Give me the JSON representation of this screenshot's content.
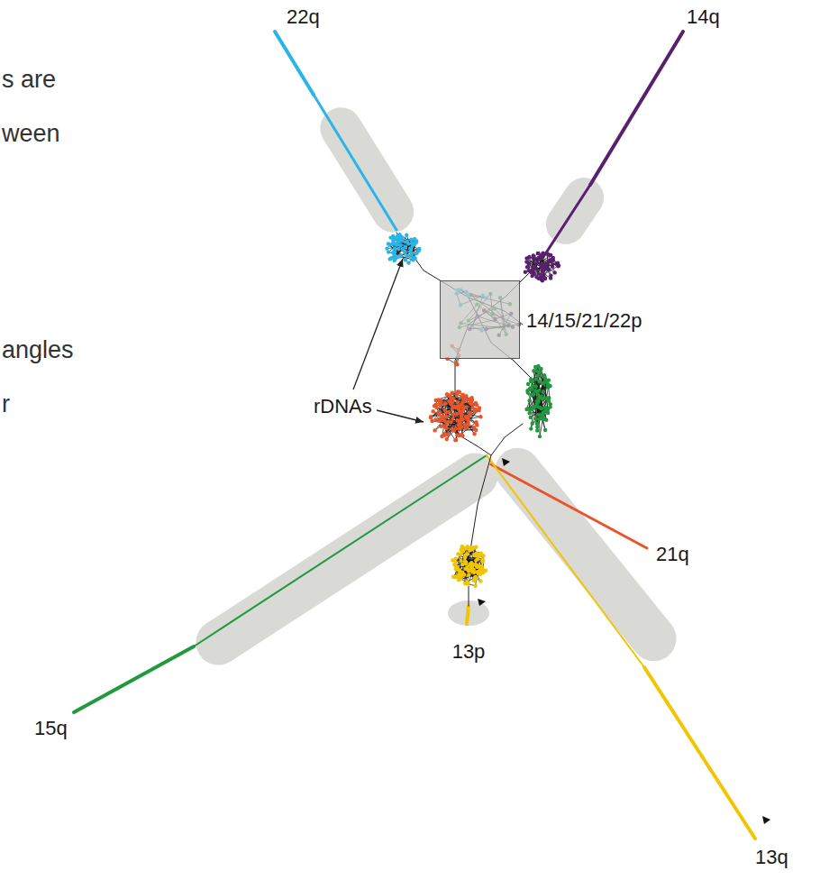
{
  "diagram": {
    "nodes": [
      {
        "text": [
          "14/15/21/22p"
        ]
      },
      {
        "text": [
          "13p"
        ]
      }
    ],
    "labels": [
      "s are",
      "ween",
      "angles",
      "r",
      "22q",
      "14q",
      "rDNAs",
      "21q",
      "15q",
      "13q"
    ]
  }
}
